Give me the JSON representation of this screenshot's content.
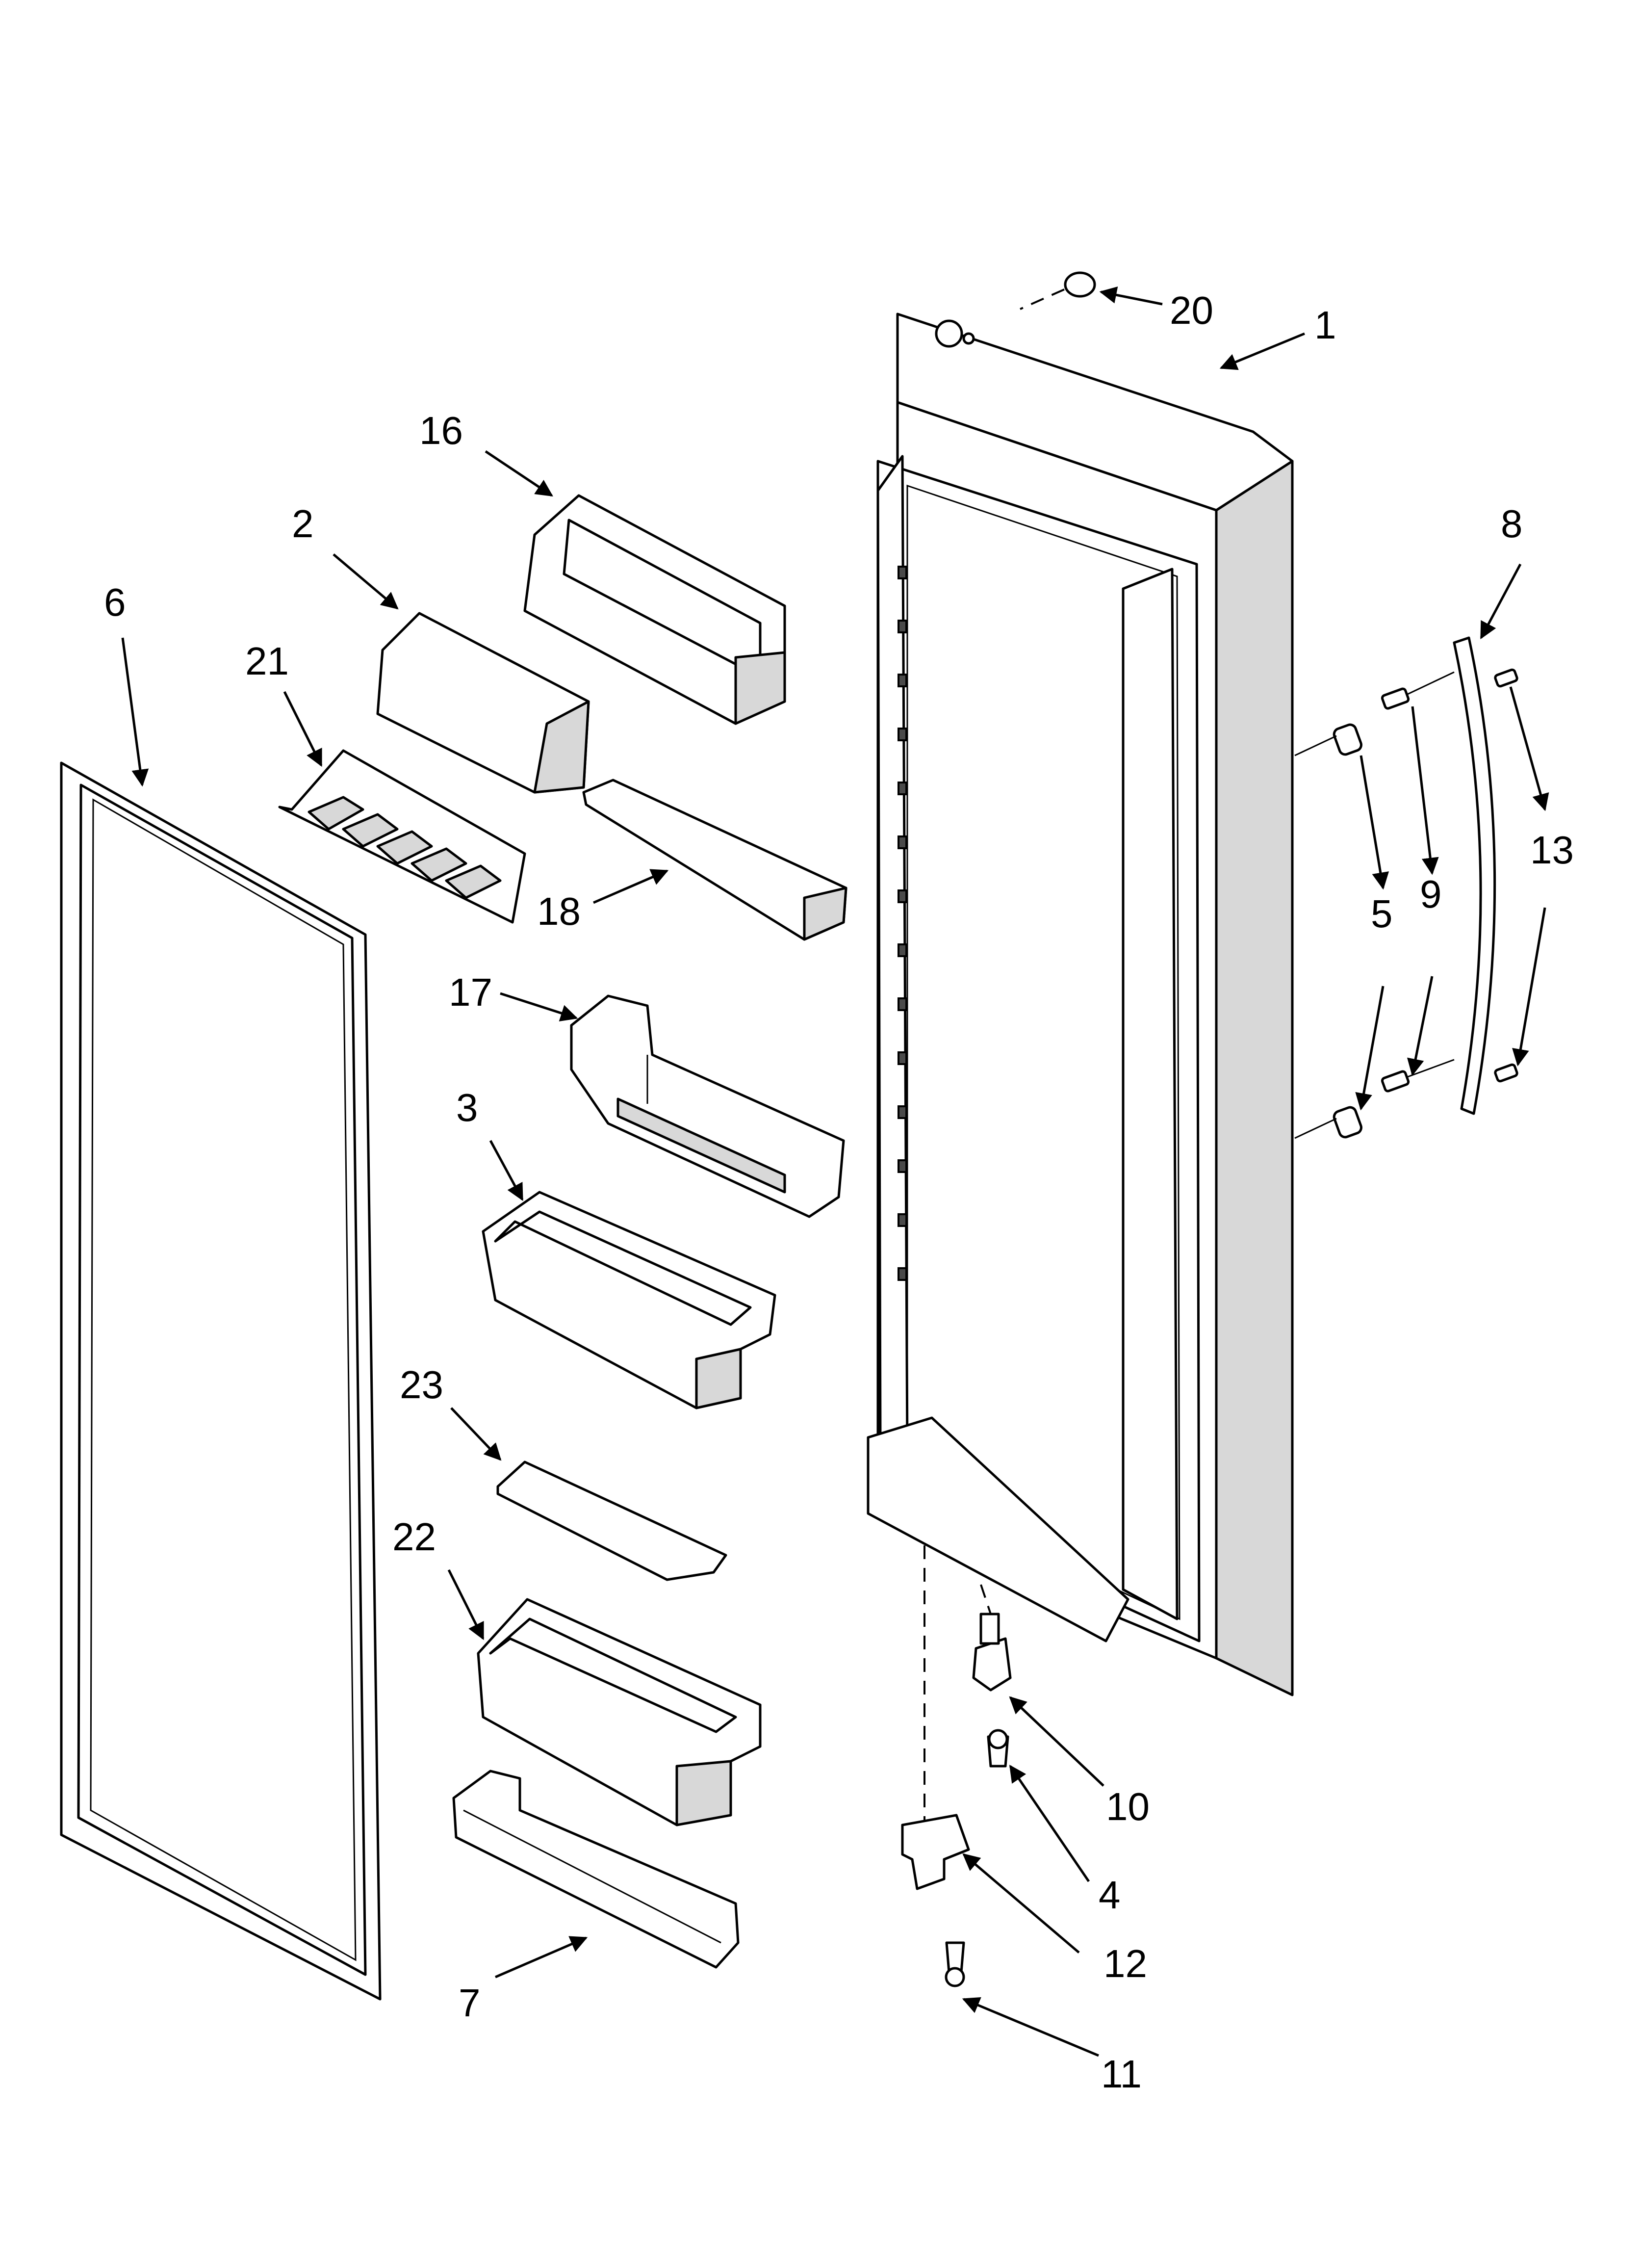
{
  "callouts": {
    "c1": "1",
    "c2": "2",
    "c3": "3",
    "c4": "4",
    "c5": "5",
    "c6": "6",
    "c7": "7",
    "c8": "8",
    "c9": "9",
    "c10": "10",
    "c11": "11",
    "c12": "12",
    "c13": "13",
    "c16": "16",
    "c17": "17",
    "c18": "18",
    "c20": "20",
    "c21": "21",
    "c22": "22",
    "c23": "23"
  }
}
